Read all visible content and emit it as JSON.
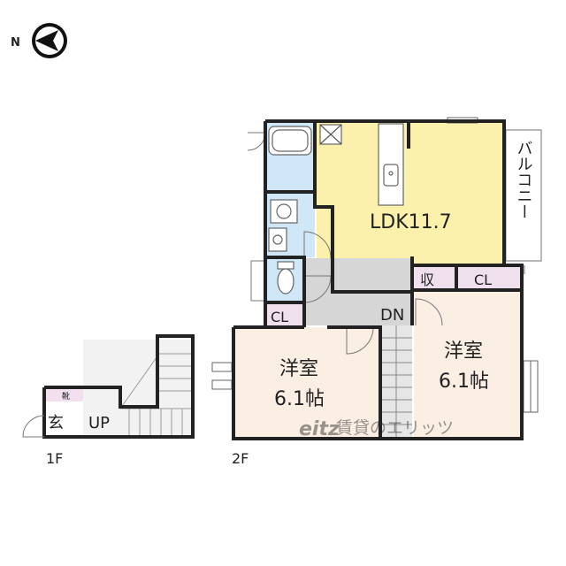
{
  "north": {
    "label": "N"
  },
  "floors": {
    "first": "1F",
    "second": "2F"
  },
  "rooms": {
    "ldk": "LDK11.7",
    "balcony": "バルコニー",
    "storage": "収",
    "closet_ldk": "CL",
    "closet_hall": "CL",
    "western_left_name": "洋室",
    "western_left_size": "6.1帖",
    "western_right_name": "洋室",
    "western_right_size": "6.1帖",
    "stairs_down": "DN",
    "entrance": "玄",
    "shoe_box": "靴",
    "stairs_up": "UP"
  },
  "watermark": "賃貸のエリッツ",
  "colors": {
    "ldk": "#fbf1ac",
    "wet": "#cfe7f6",
    "storage": "#f0e0ee",
    "western": "#fbeee3",
    "hall": "#d6d6d6",
    "stair": "#e6e6e6",
    "shoebox": "#f3e0ee"
  }
}
